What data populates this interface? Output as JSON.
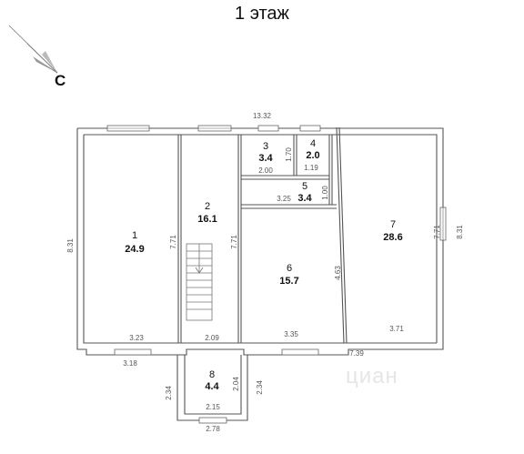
{
  "title": "1 этаж",
  "north_label": "С",
  "watermark": "циан",
  "rooms": [
    {
      "number": "1",
      "area": "24.9"
    },
    {
      "number": "2",
      "area": "16.1"
    },
    {
      "number": "3",
      "area": "3.4"
    },
    {
      "number": "4",
      "area": "2.0"
    },
    {
      "number": "5",
      "area": "3.4"
    },
    {
      "number": "6",
      "area": "15.7"
    },
    {
      "number": "7",
      "area": "28.6"
    },
    {
      "number": "8",
      "area": "4.4"
    }
  ],
  "dimensions": {
    "top_width": "13.32",
    "left_height": "8.31",
    "right_height": "8.31",
    "room7_height": "7.71",
    "room1_height": "7.71",
    "room2_height": "7.71",
    "room1_bottom": "3.23",
    "room2_bottom": "2.09",
    "room6_bottom": "3.35",
    "room7_bottom": "3.71",
    "outer_bottom_left": "3.18",
    "outer_bottom_mid": "7.39",
    "room3_width": "2.00",
    "room3_height": "1.70",
    "room4_width": "1.19",
    "room5_width": "3.25",
    "room5_height": "1.00",
    "room6_height": "4.63",
    "room8_left": "2.34",
    "room8_right": "2.34",
    "room8_inner": "2.04",
    "room8_bottom": "2.15",
    "room8_outer_bottom": "2.78"
  }
}
